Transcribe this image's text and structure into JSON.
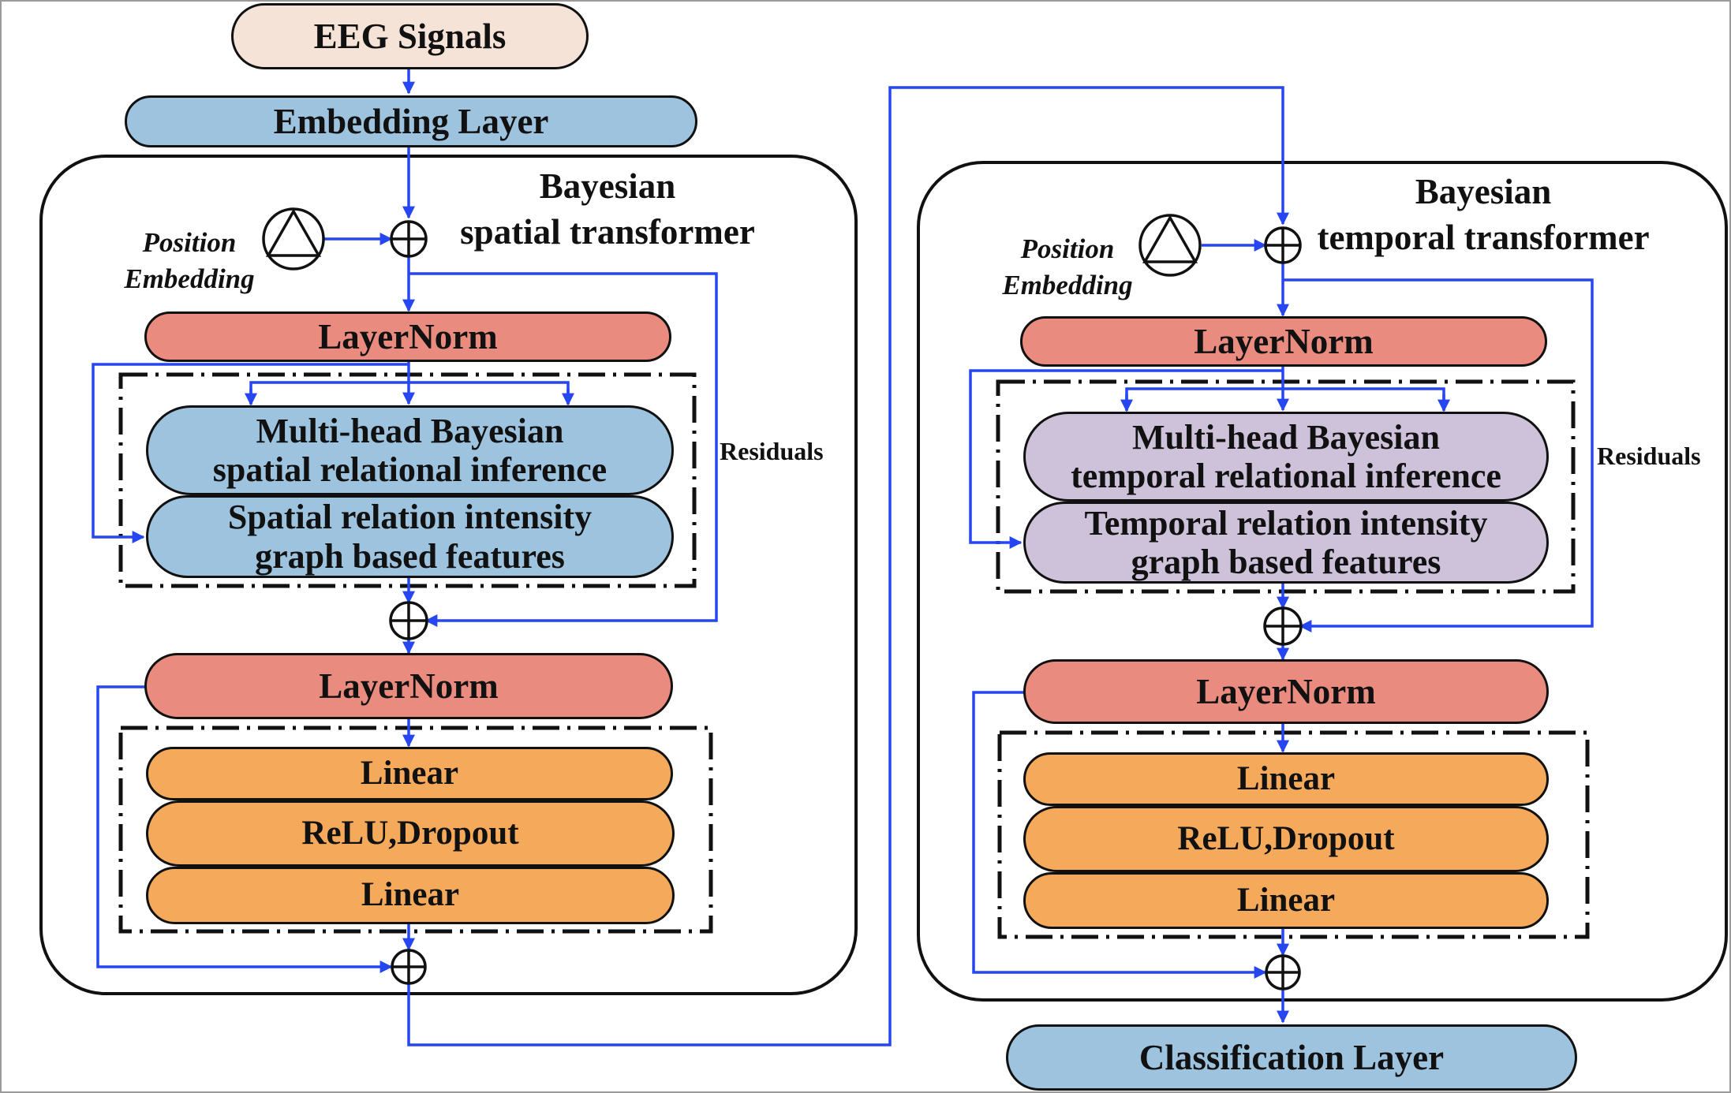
{
  "input": "EEG Signals",
  "embedding": "Embedding Layer",
  "output": "Classification Layer",
  "spatial": {
    "title_line1": "Bayesian",
    "title_line2": "spatial transformer",
    "pos_line1": "Position",
    "pos_line2": "Embedding",
    "norm1": "LayerNorm",
    "attention_line1": "Multi-head Bayesian",
    "attention_line2": "spatial relational inference",
    "graph_line1": "Spatial relation intensity",
    "graph_line2": "graph based features",
    "residuals": "Residuals",
    "norm2": "LayerNorm",
    "linear1": "Linear",
    "relu": "ReLU,Dropout",
    "linear2": "Linear"
  },
  "temporal": {
    "title_line1": "Bayesian",
    "title_line2": "temporal transformer",
    "pos_line1": "Position",
    "pos_line2": "Embedding",
    "norm1": "LayerNorm",
    "attention_line1": "Multi-head Bayesian",
    "attention_line2": "temporal relational inference",
    "graph_line1": "Temporal relation intensity",
    "graph_line2": "graph based features",
    "residuals": "Residuals",
    "norm2": "LayerNorm",
    "linear1": "Linear",
    "relu": "ReLU,Dropout",
    "linear2": "Linear"
  },
  "colors": {
    "arrow": "#2546f0",
    "input_fill": "#f5e3d8",
    "embedding_fill": "#9dc3df",
    "layernorm_fill": "#e98b7e",
    "spatial_block_fill": "#9dc3df",
    "temporal_block_fill": "#cdc2d9",
    "ffn_fill": "#f5a95a",
    "classification_fill": "#9dc3df"
  },
  "icons": [
    "triangle-circle-icon",
    "plus-circle-icon"
  ]
}
